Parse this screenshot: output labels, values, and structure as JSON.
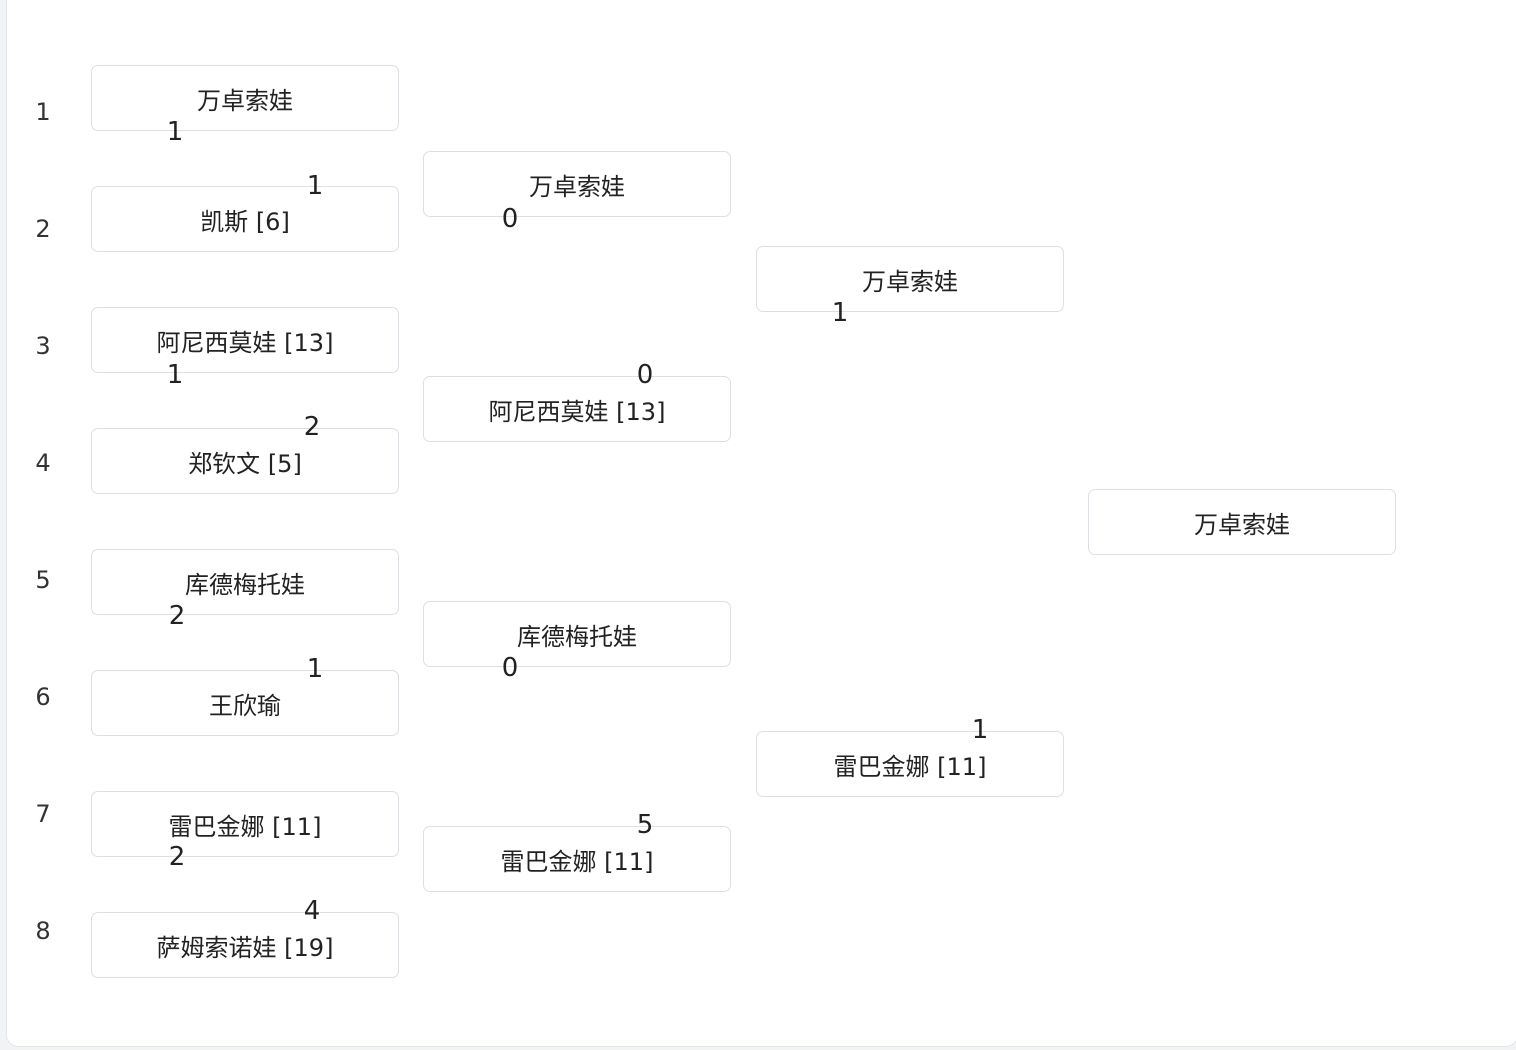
{
  "seeds": [
    "1",
    "2",
    "3",
    "4",
    "5",
    "6",
    "7",
    "8"
  ],
  "rounds": [
    {
      "matches": [
        {
          "name": "万卓索娃",
          "score": "1"
        },
        {
          "name": "凯斯 [6]",
          "score": "1"
        },
        {
          "name": "阿尼西莫娃 [13]",
          "score": "1"
        },
        {
          "name": "郑钦文 [5]",
          "score": "2"
        },
        {
          "name": "库德梅托娃",
          "score": "2"
        },
        {
          "name": "王欣瑜",
          "score": "1"
        },
        {
          "name": "雷巴金娜 [11]",
          "score": "2"
        },
        {
          "name": "萨姆索诺娃 [19]",
          "score": "4"
        }
      ]
    },
    {
      "matches": [
        {
          "name": "万卓索娃",
          "score": "0"
        },
        {
          "name": "阿尼西莫娃 [13]",
          "score": "0"
        },
        {
          "name": "库德梅托娃",
          "score": "0"
        },
        {
          "name": "雷巴金娜 [11]",
          "score": "5"
        }
      ]
    },
    {
      "matches": [
        {
          "name": "万卓索娃",
          "score": "1"
        },
        {
          "name": "雷巴金娜 [11]",
          "score": "1"
        }
      ]
    },
    {
      "matches": [
        {
          "name": "万卓索娃"
        }
      ]
    }
  ]
}
